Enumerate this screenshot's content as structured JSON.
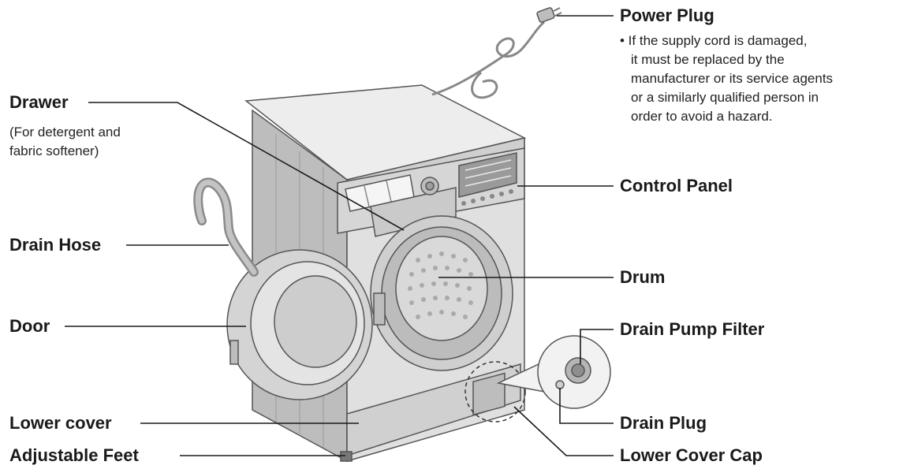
{
  "labels": {
    "power_plug": "Power Plug",
    "power_plug_note": [
      "• If the supply cord is damaged,",
      "it must be replaced by the",
      "manufacturer or its service agents",
      "or a similarly qualified person in",
      "order to avoid a hazard."
    ],
    "drawer": "Drawer",
    "drawer_note": [
      "(For detergent and",
      "fabric softener)"
    ],
    "control_panel": "Control Panel",
    "drain_hose": "Drain Hose",
    "drum": "Drum",
    "door": "Door",
    "drain_pump_filter": "Drain Pump Filter",
    "drain_plug": "Drain Plug",
    "lower_cover": "Lower cover",
    "lower_cover_cap": "Lower Cover Cap",
    "adjustable_feet": "Adjustable Feet"
  },
  "colors": {
    "line": "#1a1a1a",
    "machine_light": "#e6e6e6",
    "machine_mid": "#c8c8c8",
    "machine_dark": "#9a9a9a"
  }
}
